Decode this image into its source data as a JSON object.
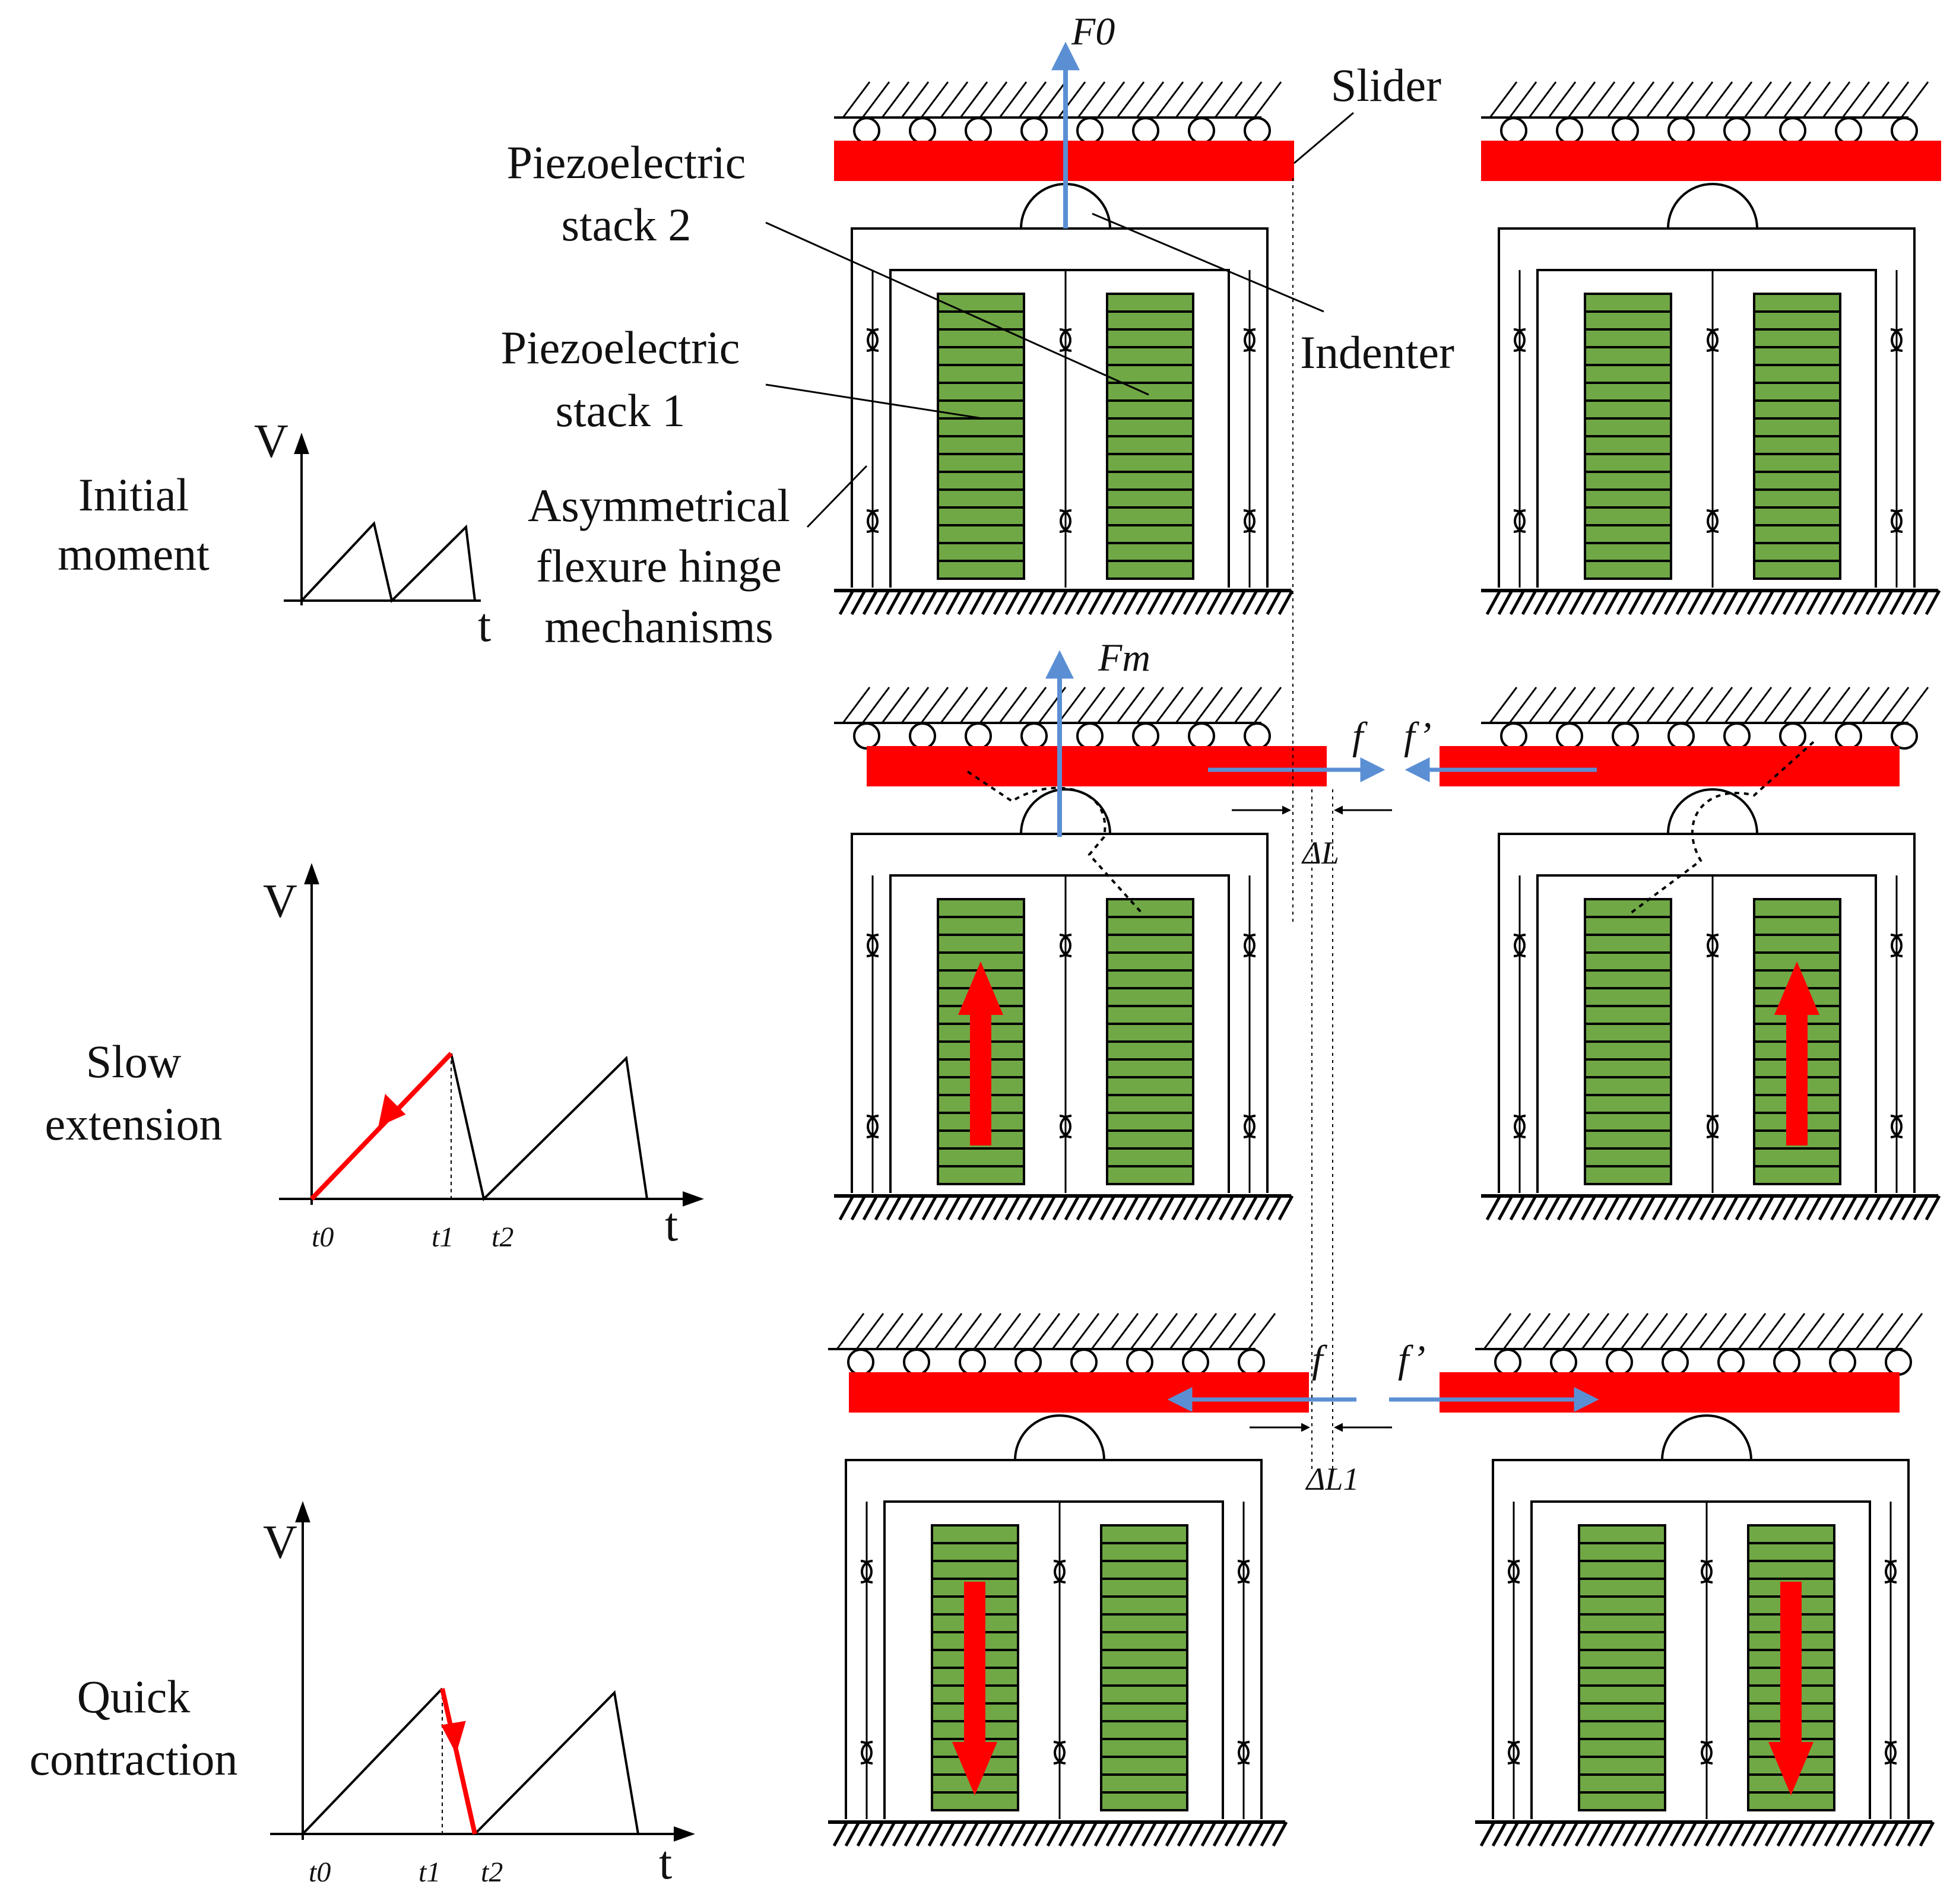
{
  "stages": [
    {
      "label_line1": "Initial",
      "label_line2": "moment"
    },
    {
      "label_line1": "Slow",
      "label_line2": "extension"
    },
    {
      "label_line1": "Quick",
      "label_line2": "contraction"
    }
  ],
  "callouts": {
    "slider": "Slider",
    "indenter": "Indenter",
    "stack2_line1": "Piezoelectric",
    "stack2_line2": "stack 2",
    "stack1_line1": "Piezoelectric",
    "stack1_line2": "stack 1",
    "hinge_line1": "Asymmetrical",
    "hinge_line2": "flexure hinge",
    "hinge_line3": "mechanisms"
  },
  "graphs": {
    "v_axis": "V",
    "t_axis": "t",
    "t0": "t0",
    "t1": "t1",
    "t2": "t2"
  },
  "forces": {
    "f0": "F0",
    "fm": "Fm",
    "f": "f",
    "f_prime": "f’",
    "delta_l": "ΔL",
    "delta_l1": "ΔL1"
  },
  "colors": {
    "slider": "#ff0000",
    "stack": "#70a845",
    "force_arrow": "#5b8fd4",
    "motion_arrow": "#ff0000",
    "line": "#000000"
  }
}
